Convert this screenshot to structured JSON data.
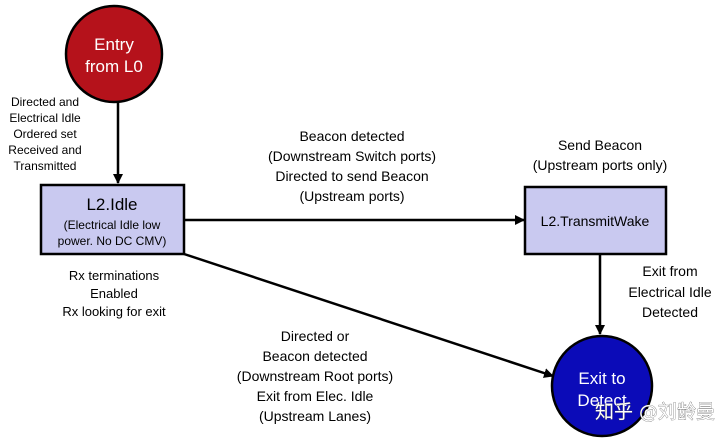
{
  "colors": {
    "entry_fill": "#b5121b",
    "exit_fill": "#0b0bb8",
    "state_fill": "#c9c9f0",
    "stroke": "#000000",
    "watermark": "#ffffff"
  },
  "nodes": {
    "entry": {
      "line1": "Entry",
      "line2": "from L0"
    },
    "l2_idle": {
      "title": "L2.Idle",
      "sub1": "(Electrical Idle low",
      "sub2": "power. No DC CMV)"
    },
    "transmit_wake": {
      "title": "L2.TransmitWake"
    },
    "exit": {
      "line1": "Exit to",
      "line2": "Detect"
    }
  },
  "labels": {
    "entry_to_idle": [
      "Directed and",
      "Electrical Idle",
      "Ordered set",
      "Received and",
      "Transmitted"
    ],
    "idle_to_wake": [
      "Beacon detected",
      "(Downstream Switch ports)",
      "Directed to send Beacon",
      "(Upstream ports)"
    ],
    "wake_self": [
      "Send Beacon",
      "(Upstream ports only)"
    ],
    "idle_note": [
      "Rx terminations",
      "Enabled",
      "Rx looking for exit"
    ],
    "wake_to_exit": [
      "Exit from",
      "Electrical Idle",
      "Detected"
    ],
    "idle_to_exit": [
      "Directed or",
      "Beacon detected",
      "(Downstream Root ports)",
      "Exit from Elec. Idle",
      "(Upstream Lanes)"
    ]
  },
  "watermark": {
    "text": "知乎 @刘龄曼"
  }
}
